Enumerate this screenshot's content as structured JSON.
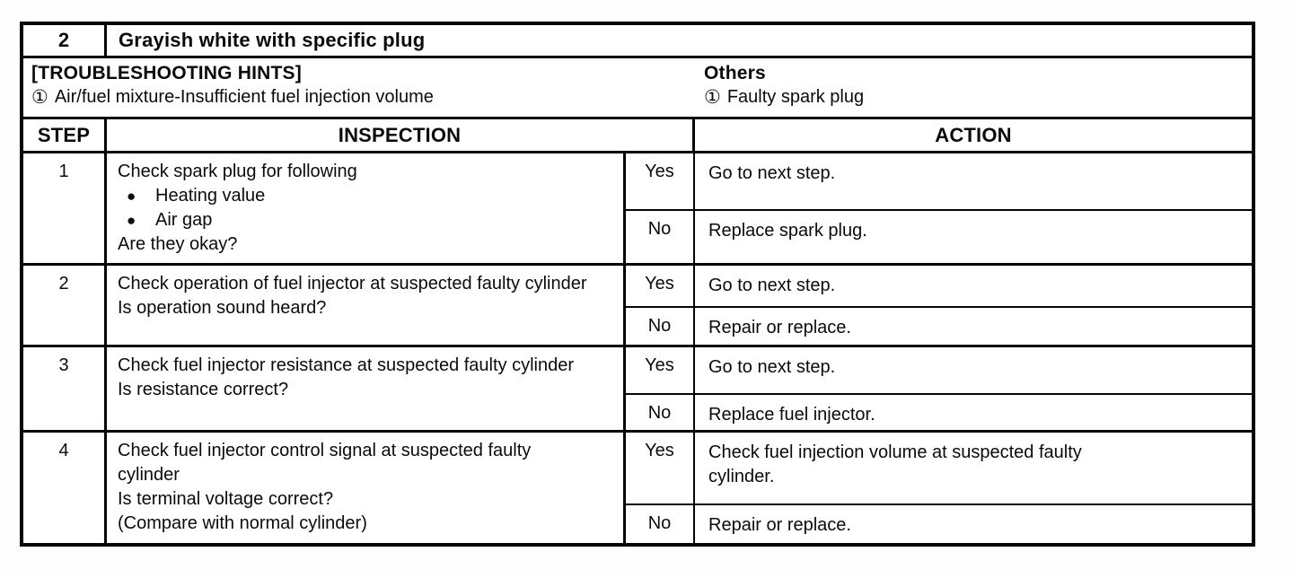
{
  "document": {
    "code_row": {
      "number": "2",
      "description": "Grayish white with specific plug"
    },
    "hints": {
      "title": "[TROUBLESHOOTING HINTS]",
      "items": [
        {
          "marker": "①",
          "text": "Air/fuel mixture-Insufficient fuel injection volume"
        }
      ],
      "others": {
        "title": "Others",
        "items": [
          {
            "marker": "①",
            "text": "Faulty spark plug"
          }
        ]
      }
    },
    "columns": {
      "step": "STEP",
      "inspection": "INSPECTION",
      "action": "ACTION"
    },
    "steps": [
      {
        "step": "1",
        "inspection": {
          "line": "Check spark plug for following",
          "bullets": [
            "Heating value",
            "Air gap"
          ],
          "bullet_glyph": "●",
          "question": "Are they okay?"
        },
        "outcomes": [
          {
            "answer": "Yes",
            "action": "Go to next step."
          },
          {
            "answer": "No",
            "action": "Replace spark plug."
          }
        ]
      },
      {
        "step": "2",
        "inspection": {
          "line": "Check operation of fuel injector at suspected faulty cylinder",
          "question": "Is operation sound heard?"
        },
        "outcomes": [
          {
            "answer": "Yes",
            "action": "Go to next step."
          },
          {
            "answer": "No",
            "action": "Repair or replace."
          }
        ]
      },
      {
        "step": "3",
        "inspection": {
          "line": "Check fuel injector resistance at suspected faulty cylinder",
          "question": "Is resistance correct?"
        },
        "outcomes": [
          {
            "answer": "Yes",
            "action": "Go to next step."
          },
          {
            "answer": "No",
            "action": "Replace fuel injector."
          }
        ]
      },
      {
        "step": "4",
        "inspection": {
          "line": "Check fuel injector control signal at suspected faulty cylinder",
          "question": "Is terminal voltage correct?",
          "note": "(Compare with normal cylinder)"
        },
        "outcomes": [
          {
            "answer": "Yes",
            "action": "Check fuel injection volume at suspected faulty cylinder."
          },
          {
            "answer": "No",
            "action": "Repair or replace."
          }
        ]
      }
    ]
  }
}
